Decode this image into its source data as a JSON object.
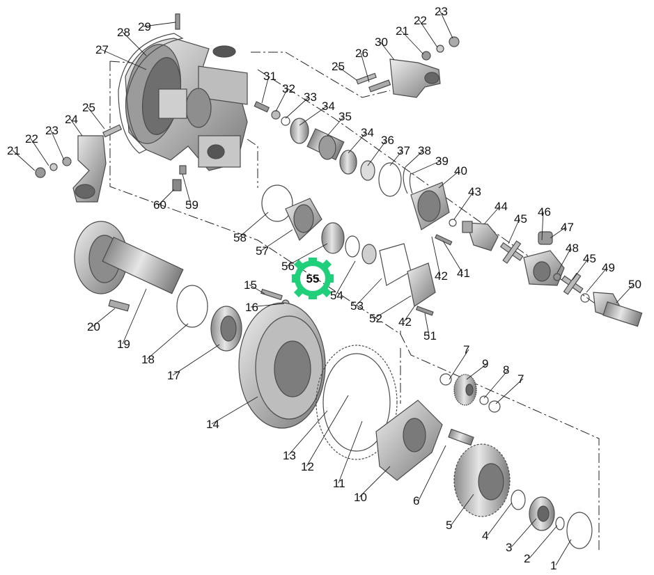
{
  "callouts": [
    {
      "num": "1"
    },
    {
      "num": "2"
    },
    {
      "num": "3"
    },
    {
      "num": "4"
    },
    {
      "num": "5"
    },
    {
      "num": "6"
    },
    {
      "num": "7"
    },
    {
      "num": "7"
    },
    {
      "num": "8"
    },
    {
      "num": "9"
    },
    {
      "num": "10"
    },
    {
      "num": "11"
    },
    {
      "num": "12"
    },
    {
      "num": "13"
    },
    {
      "num": "14"
    },
    {
      "num": "15"
    },
    {
      "num": "16"
    },
    {
      "num": "17"
    },
    {
      "num": "18"
    },
    {
      "num": "19"
    },
    {
      "num": "20"
    },
    {
      "num": "21"
    },
    {
      "num": "22"
    },
    {
      "num": "23"
    },
    {
      "num": "24"
    },
    {
      "num": "25"
    },
    {
      "num": "21"
    },
    {
      "num": "22"
    },
    {
      "num": "23"
    },
    {
      "num": "25"
    },
    {
      "num": "26"
    },
    {
      "num": "27"
    },
    {
      "num": "28"
    },
    {
      "num": "29"
    },
    {
      "num": "30"
    },
    {
      "num": "31"
    },
    {
      "num": "32"
    },
    {
      "num": "33"
    },
    {
      "num": "34"
    },
    {
      "num": "35"
    },
    {
      "num": "34"
    },
    {
      "num": "36"
    },
    {
      "num": "37"
    },
    {
      "num": "38"
    },
    {
      "num": "39"
    },
    {
      "num": "40"
    },
    {
      "num": "41"
    },
    {
      "num": "42"
    },
    {
      "num": "42"
    },
    {
      "num": "43"
    },
    {
      "num": "44"
    },
    {
      "num": "45"
    },
    {
      "num": "45"
    },
    {
      "num": "46"
    },
    {
      "num": "47"
    },
    {
      "num": "48"
    },
    {
      "num": "49"
    },
    {
      "num": "50"
    },
    {
      "num": "51"
    },
    {
      "num": "52"
    },
    {
      "num": "53"
    },
    {
      "num": "54"
    },
    {
      "num": "56"
    },
    {
      "num": "57"
    },
    {
      "num": "58"
    },
    {
      "num": "59"
    },
    {
      "num": "60"
    }
  ],
  "highlight": {
    "num": "55",
    "color": "#1fcf7a",
    "icon": "gear-icon"
  },
  "colors": {
    "part_light": "#d9d9d9",
    "part_mid": "#a9a9a9",
    "part_dark": "#6e6e6e",
    "line": "#222222"
  }
}
